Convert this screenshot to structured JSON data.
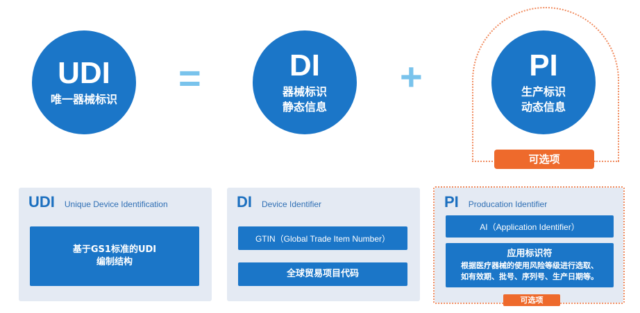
{
  "top": {
    "udi": {
      "abbr": "UDI",
      "line1": "唯一器械标识"
    },
    "equals": "=",
    "di": {
      "abbr": "DI",
      "line1": "器械标识",
      "line2": "静态信息"
    },
    "plus": "+",
    "pi": {
      "abbr": "PI",
      "line1": "生产标识",
      "line2": "动态信息"
    },
    "optional": "可选项"
  },
  "panels": {
    "udi": {
      "abbr": "UDI",
      "full": "Unique Device Identification",
      "box_line1": "基于GS1标准的UDI",
      "box_line2": "编制结构"
    },
    "di": {
      "abbr": "DI",
      "full": "Device Identifier",
      "box1": "GTIN（Global Trade Item Number）",
      "box2": "全球贸易项目代码"
    },
    "pi": {
      "abbr": "PI",
      "full": "Producation Identifier",
      "box1": "AI（Application Identifier）",
      "box2_title": "应用标识符",
      "box2_line1": "根据医疗器械的使用风险等级进行选取、",
      "box2_line2": "如有效期、批号、序列号、生产日期等。",
      "optional": "可选项"
    }
  },
  "colors": {
    "blue": "#1b76c8",
    "light_blue": "#79c3ec",
    "orange": "#ee6a2c",
    "panel_bg": "#e4eaf3"
  }
}
